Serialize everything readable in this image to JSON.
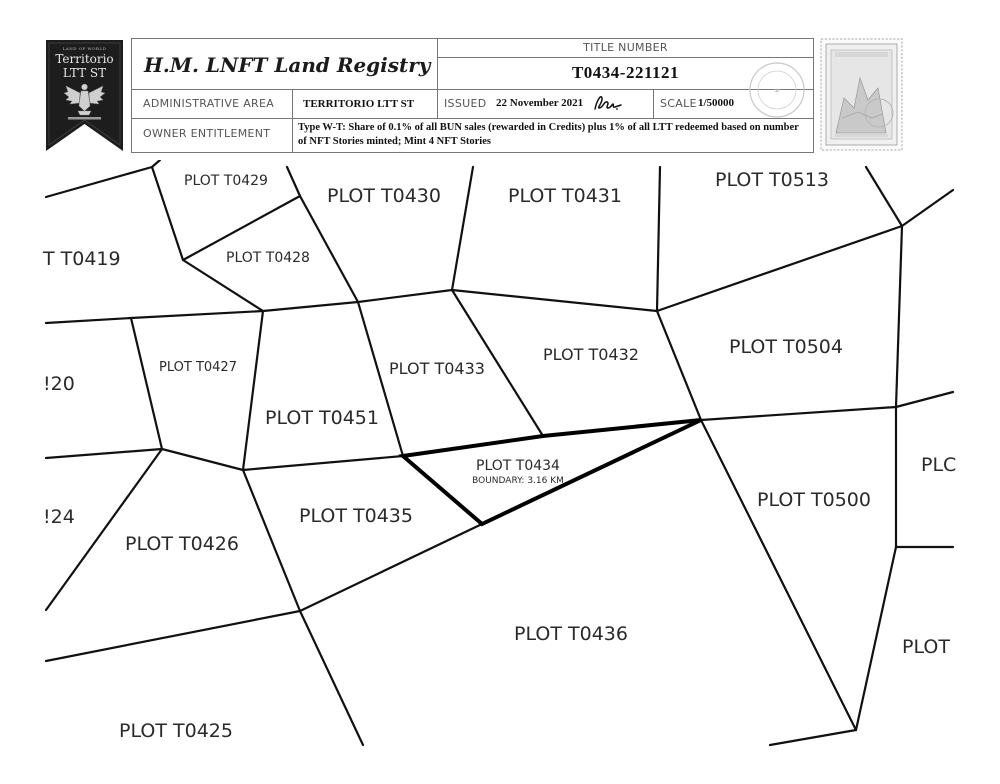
{
  "banner": {
    "top_text": "LAND OF WORLD",
    "name_line1": "Territorio",
    "name_line2": "LTT ST",
    "emblem": "eagle-crest-icon",
    "colors": {
      "background": "#1d1d1d",
      "emblem": "#cfcfcf"
    }
  },
  "header": {
    "registry_title": "H.M. LNFT Land Registry",
    "title_number_label": "TITLE NUMBER",
    "title_number": "T0434-221121",
    "admin_area_label": "ADMINISTRATIVE AREA",
    "admin_area_value": "TERRITORIO LTT ST",
    "issued_label": "ISSUED",
    "issued_value": "22 November 2021",
    "signature": "signature-icon",
    "scale_label": "SCALE",
    "scale_value": "1/50000",
    "owner_label": "OWNER ENTITLEMENT",
    "owner_value": "Type W-T: Share of 0.1% of all BUN sales (rewarded in Credits) plus 1% of all LTT redeemed based on number of NFT Stories minted; Mint 4 NFT Stories"
  },
  "seal": {
    "icon": "registry-seal-icon",
    "color": "#bdbdbd"
  },
  "stamp": {
    "icon": "postage-stamp-icon",
    "color": "#9a9a9a"
  },
  "map": {
    "highlight_plot": "PLOT T0434",
    "boundary_text": "BOUNDARY: 3.16 KM",
    "plots": {
      "t0419": "T T0419",
      "t0420": "!20",
      "t0424": "!24",
      "t0425": "PLOT T0425",
      "t0426": "PLOT T0426",
      "t0427": "PLOT T0427",
      "t0428": "PLOT T0428",
      "t0429": "PLOT T0429",
      "t0430": "PLOT T0430",
      "t0431": "PLOT T0431",
      "t0432": "PLOT T0432",
      "t0433": "PLOT T0433",
      "t0434": "PLOT T0434",
      "t0435": "PLOT T0435",
      "t0436": "PLOT T0436",
      "t0451": "PLOT T0451",
      "t0500": "PLOT T0500",
      "t0504": "PLOT T0504",
      "t0513": "PLOT T0513",
      "edge_right_1": "PLC",
      "edge_right_2": "PLOT"
    }
  }
}
